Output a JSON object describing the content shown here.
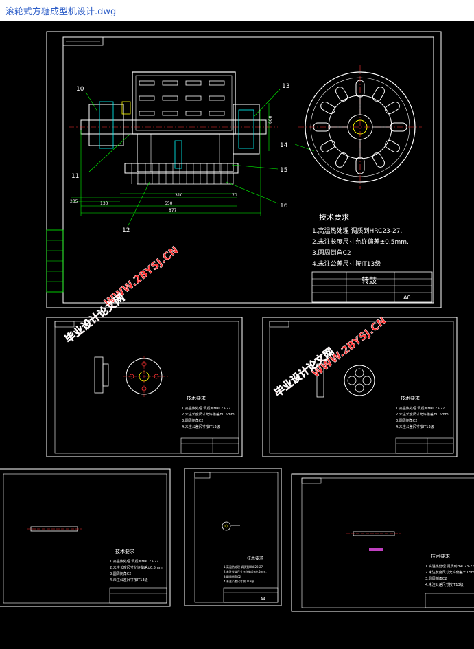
{
  "window": {
    "title": "滚轮式方糖成型机设计.dwg"
  },
  "drawing_main": {
    "part_labels": [
      "10",
      "11",
      "12",
      "13",
      "14",
      "15",
      "16"
    ],
    "tech_req_title": "技术要求",
    "tech_req": [
      "1.高温热处理  调质到HRC23-27.",
      "2.未注长度尺寸允许偏差±0.5mm.",
      "3.圆周倒角C2",
      "4.未注公差尺寸按IT13级"
    ],
    "title_block_name": "转鼓",
    "sheet_size": "A0",
    "dims": [
      "235",
      "130",
      "550",
      "310",
      "877",
      "600",
      "70"
    ]
  },
  "watermark": {
    "site": "WWW.2BYSJ.CN",
    "name": "毕业设计论文网"
  },
  "sheets": {
    "tech_req_title": "技术要求",
    "tech_req_short_1": "1.高温热处理  调质到HRC23-27.",
    "tech_req_short_2": "2.未注长度尺寸允许偏差±0.5mm.",
    "tech_req_short_3": "3.圆周倒角C2",
    "tech_req_short_4": "4.未注公差尺寸按IT13级",
    "sheet_a4": "A4"
  }
}
